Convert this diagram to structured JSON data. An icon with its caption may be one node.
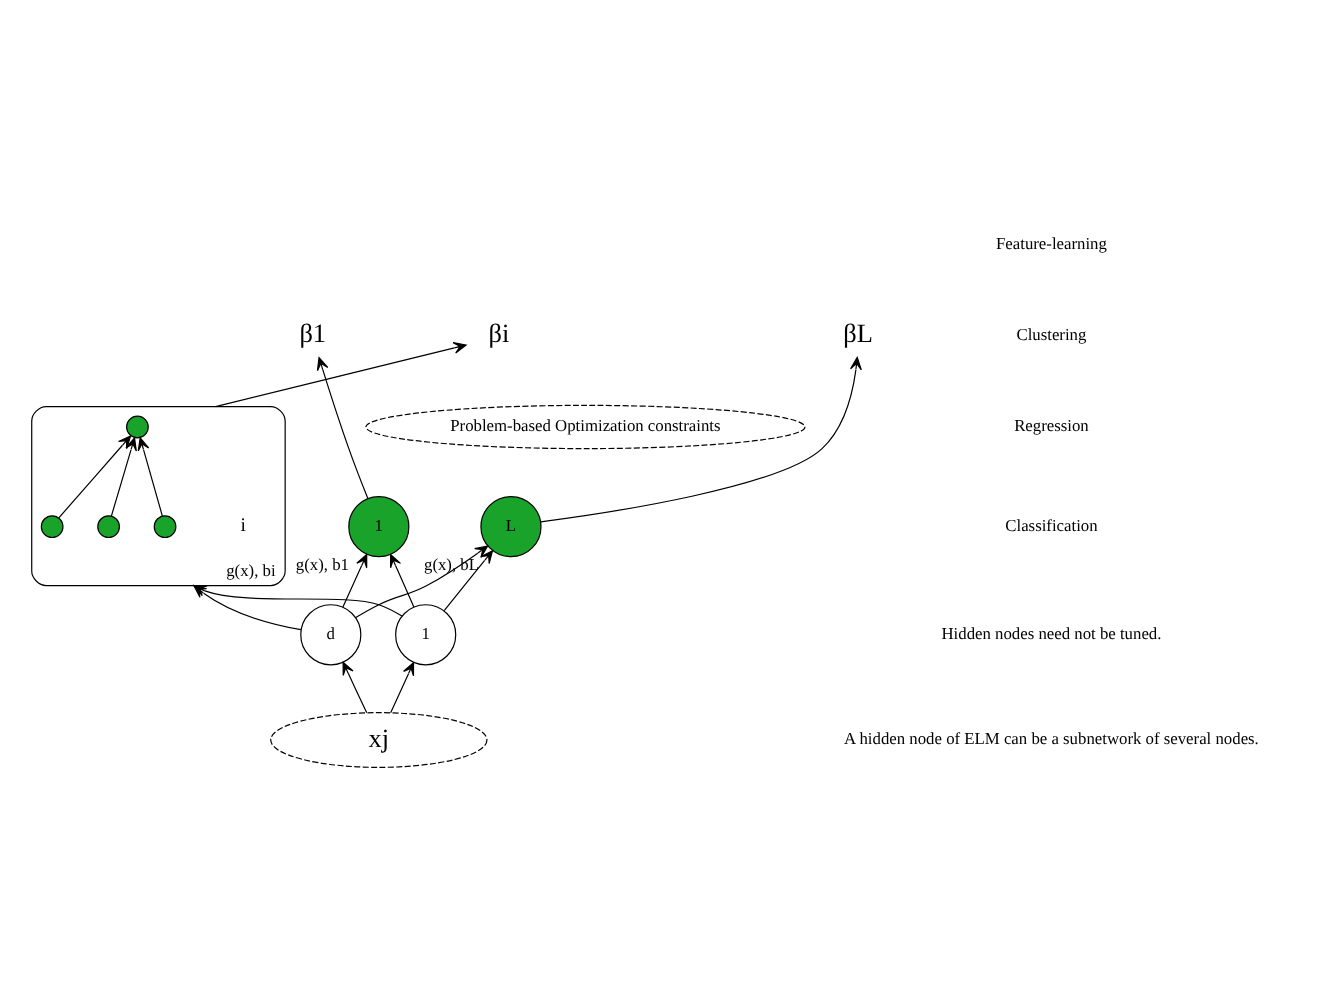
{
  "diagram": {
    "nodes": [
      {
        "text": [
          "β1"
        ]
      },
      {
        "text": [
          "βi"
        ]
      },
      {
        "text": [
          "βL"
        ]
      },
      {
        "text": [
          "Problem-based Optimization constraints"
        ]
      },
      {
        "text": [
          "1"
        ],
        "beside": [
          "g(x), b1"
        ]
      },
      {
        "text": [],
        "shape": "ellipse",
        "beside": [
          "g(x), bi",
          "i"
        ]
      },
      {
        "text": [],
        "shape": "circle",
        "in": 5
      },
      {
        "text": [],
        "shape": "circle",
        "in": 5
      },
      {
        "text": [],
        "shape": "circle",
        "in": 5
      },
      {
        "text": [],
        "shape": "circle",
        "in": 5
      },
      {
        "text": [
          "L"
        ],
        "beside": [
          "g(x), bL"
        ]
      },
      {
        "text": [
          "1"
        ]
      },
      {
        "text": [
          "d"
        ]
      },
      {
        "text": [
          "xj"
        ]
      }
    ],
    "edges": [
      {
        "from": 4,
        "to": 0,
        "arrow": "to"
      },
      {
        "from": 5,
        "to": 1,
        "arrow": "to"
      },
      {
        "from": 10,
        "to": 2,
        "arrow": "to"
      },
      {
        "from": 7,
        "to": 6,
        "arrow": "to"
      },
      {
        "from": 8,
        "to": 6,
        "arrow": "to"
      },
      {
        "from": 9,
        "to": 6,
        "arrow": "to"
      },
      {
        "from": 11,
        "to": 4,
        "arrow": "to"
      },
      {
        "from": 11,
        "to": 5,
        "arrow": "to"
      },
      {
        "from": 11,
        "to": 10,
        "arrow": "to"
      },
      {
        "from": 12,
        "to": 4,
        "arrow": "to"
      },
      {
        "from": 12,
        "to": 5,
        "arrow": "to"
      },
      {
        "from": 12,
        "to": 10,
        "arrow": "to"
      },
      {
        "from": 13,
        "to": 11,
        "arrow": "to"
      },
      {
        "from": 13,
        "to": 12,
        "arrow": "to"
      }
    ],
    "labels": [
      "Feature-learning",
      "Clustering",
      "Regression",
      "Classification",
      "Hidden nodes need not be tuned.",
      "A hidden node of ELM can be a subnetwork of several nodes."
    ]
  }
}
